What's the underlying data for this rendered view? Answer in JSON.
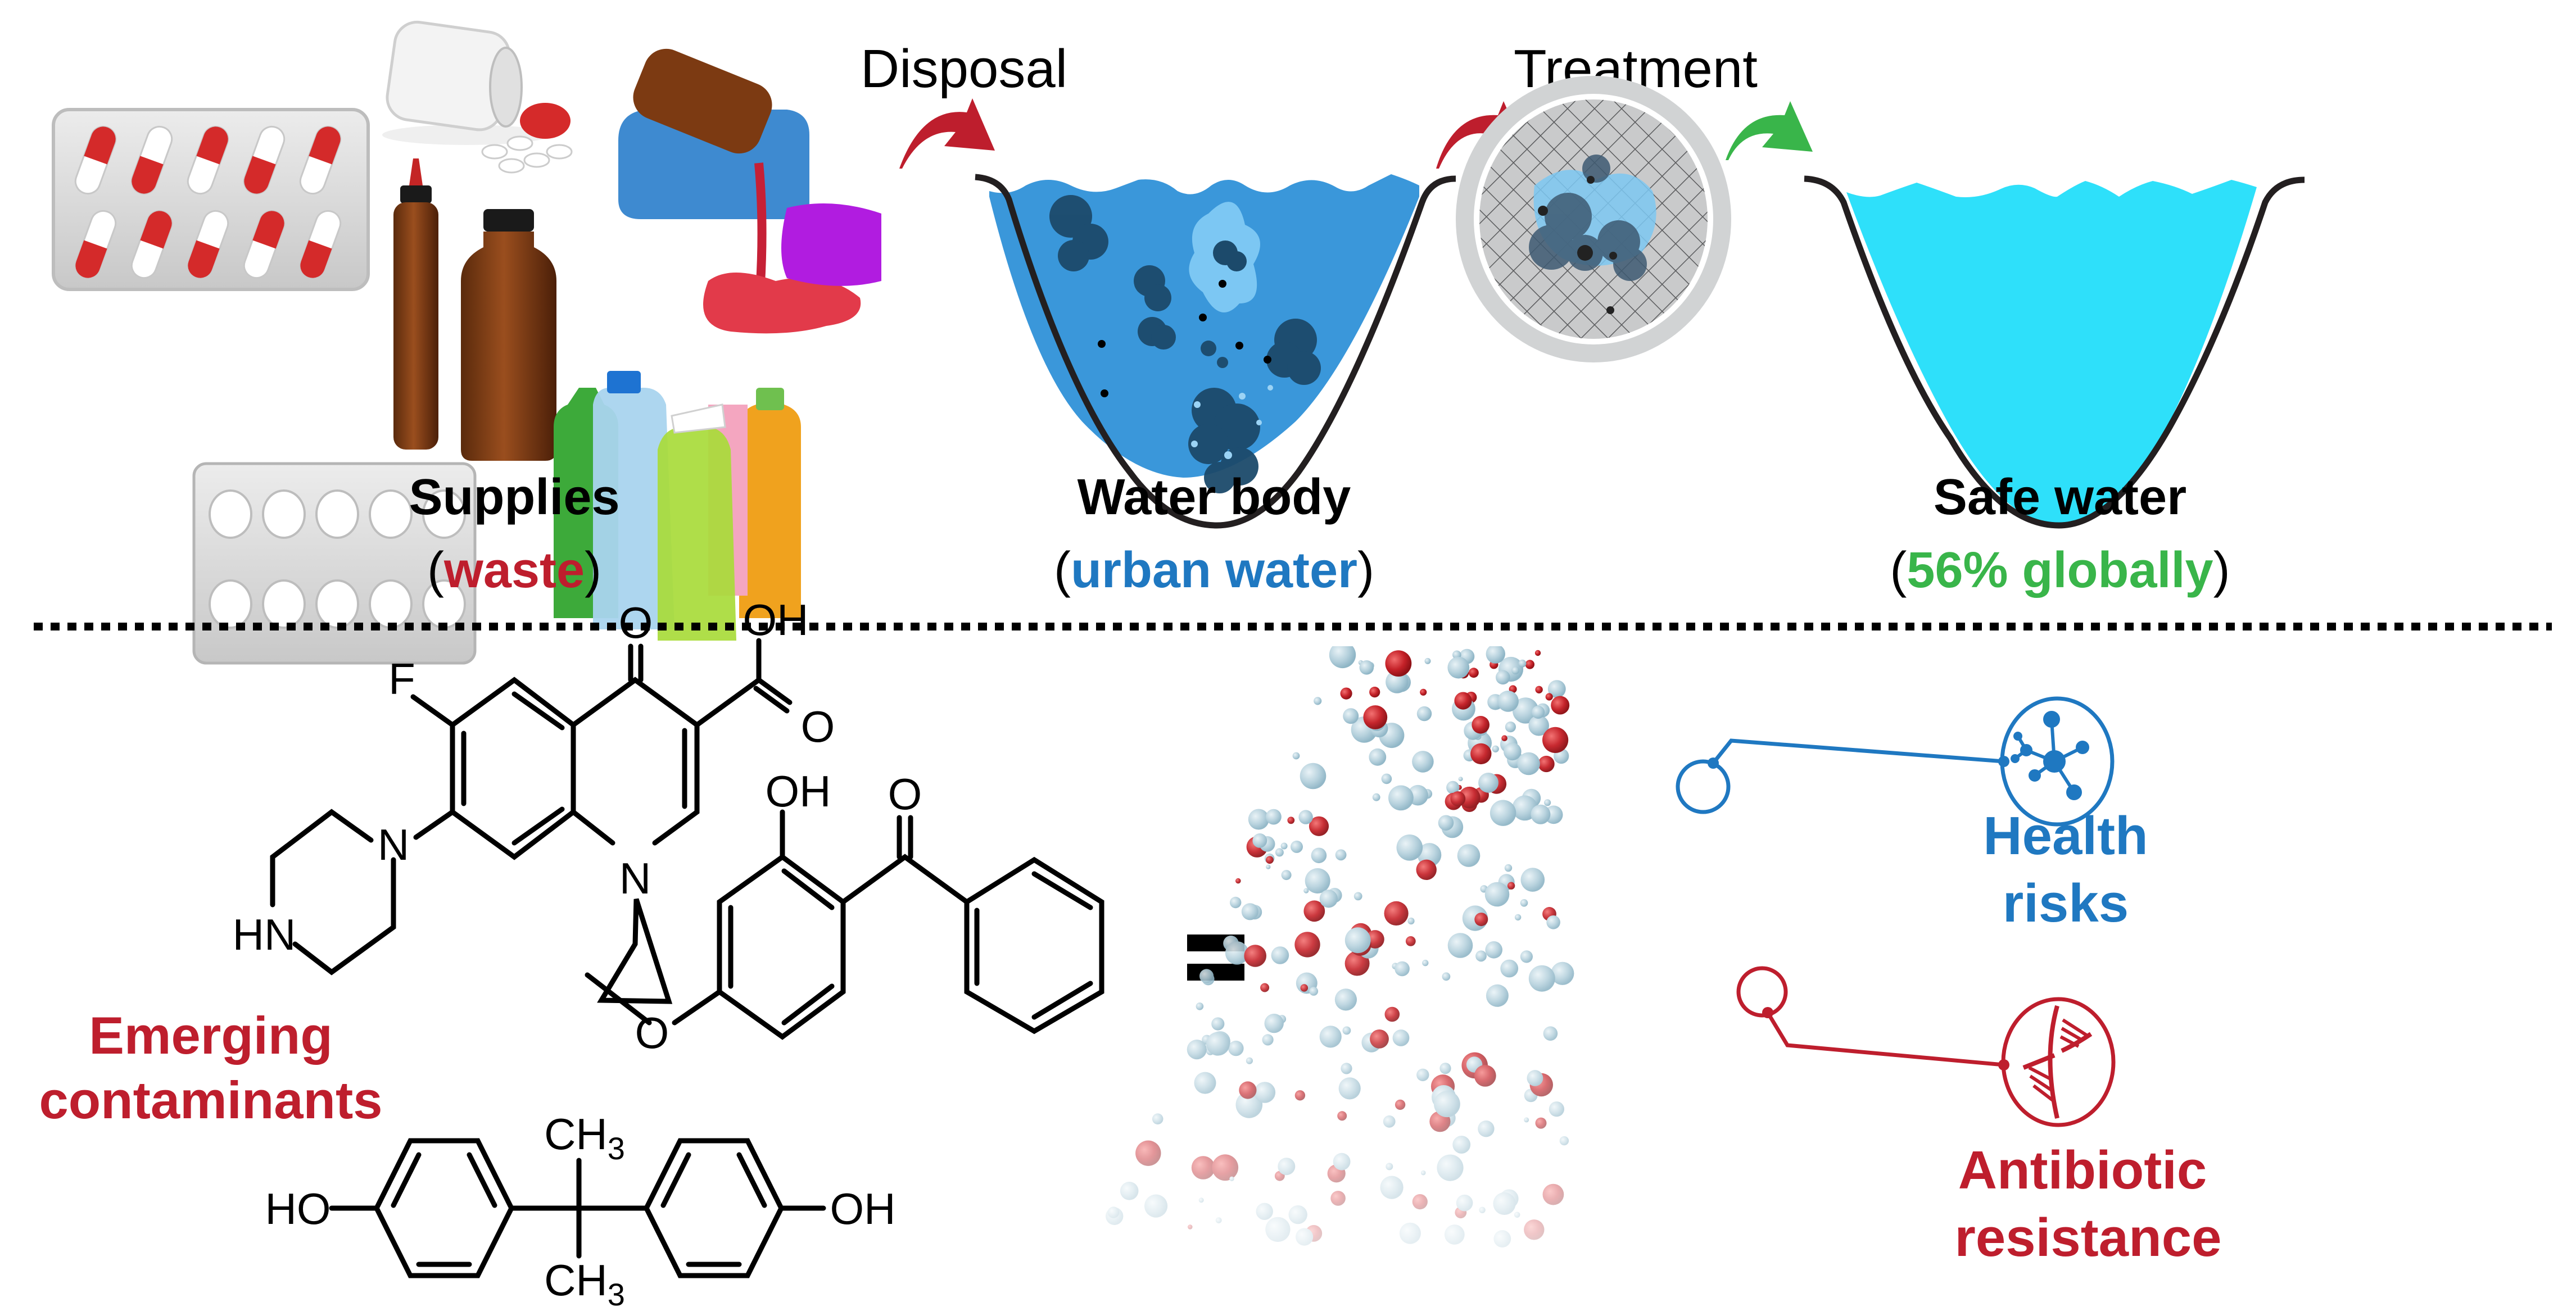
{
  "colors": {
    "red": "#BE1E2D",
    "blue": "#1F78C1",
    "green": "#39B54A",
    "urban_water": "#3A97DA",
    "safe_water": "#2EE0FA",
    "pollutant": "#1C4A6B",
    "filter_ring": "#D1D3D4"
  },
  "top_panel": {
    "steps": [
      {
        "id": "supplies",
        "title": "Supplies",
        "paren_open": "(",
        "subtitle": "waste",
        "paren_close": ")",
        "subtitle_color": "red"
      },
      {
        "id": "water-body",
        "title": "Water body",
        "paren_open": "(",
        "subtitle": "urban water",
        "paren_close": ")",
        "subtitle_color": "blue"
      },
      {
        "id": "safe-water",
        "title": "Safe water",
        "paren_open": "(",
        "subtitle": "56% globally",
        "paren_close": ")",
        "subtitle_color": "green"
      }
    ],
    "arrows": [
      {
        "label": "Disposal",
        "color": "red"
      },
      {
        "label": "Treatment",
        "color": "red"
      },
      {
        "label": "",
        "color": "green"
      }
    ],
    "supplies_icons": [
      "capsule-blister-pack",
      "pill-bottle",
      "dropper-bottle",
      "medicine-bottle",
      "spilled-liquid",
      "tablet-blister-pack",
      "cleaning-bottles"
    ]
  },
  "bottom_panel": {
    "contaminants_label": [
      "Emerging",
      "contaminants"
    ],
    "equals": "=",
    "molecules": {
      "ciprofloxacin": {
        "atoms": [
          "F",
          "O",
          "OH",
          "O",
          "N",
          "N",
          "HN"
        ]
      },
      "benzophenone": {
        "atoms": [
          "OH",
          "O",
          "O"
        ]
      },
      "bisphenol_a": {
        "atoms": [
          "HO",
          "OH",
          "CH",
          "3",
          "CH",
          "3"
        ]
      }
    },
    "outcomes": [
      {
        "label_lines": [
          "Health",
          "risks"
        ],
        "icon": "molecule-network-icon",
        "color": "blue"
      },
      {
        "label_lines": [
          "Antibiotic",
          "resistance"
        ],
        "icon": "dna-icon",
        "color": "red"
      }
    ]
  }
}
